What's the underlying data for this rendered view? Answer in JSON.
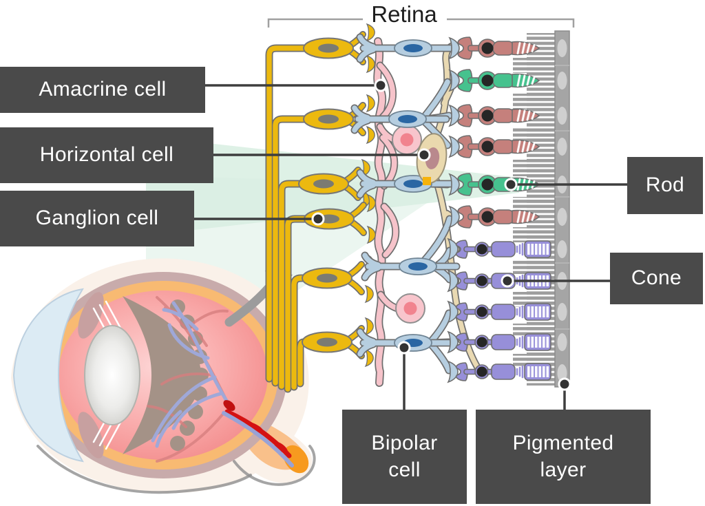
{
  "title": "Retina",
  "labels": {
    "amacrine": "Amacrine cell",
    "horizontal": "Horizontal cell",
    "ganglion": "Ganglion cell",
    "rod": "Rod",
    "cone": "Cone",
    "bipolar": "Bipolar\ncell",
    "pigmented": "Pigmented\nlayer"
  },
  "colors": {
    "label_box": "#4a4a4a",
    "label_text": "#ffffff",
    "ganglion_cell": "#ecb90f",
    "bipolar_cell": "#b6cee0",
    "bipolar_nucleus": "#2a66a3",
    "amacrine_cell": "#f6c3ca",
    "horizontal_cell": "#e9d9b2",
    "rod": "#c5807c",
    "rod_highlighted": "#46c28e",
    "cone": "#978fd9",
    "pigmented_layer": "#a5a5a5",
    "light_beam": "#d8eee2",
    "eye_interior": "#f49090",
    "optic_nerve": "#f9c08a"
  }
}
